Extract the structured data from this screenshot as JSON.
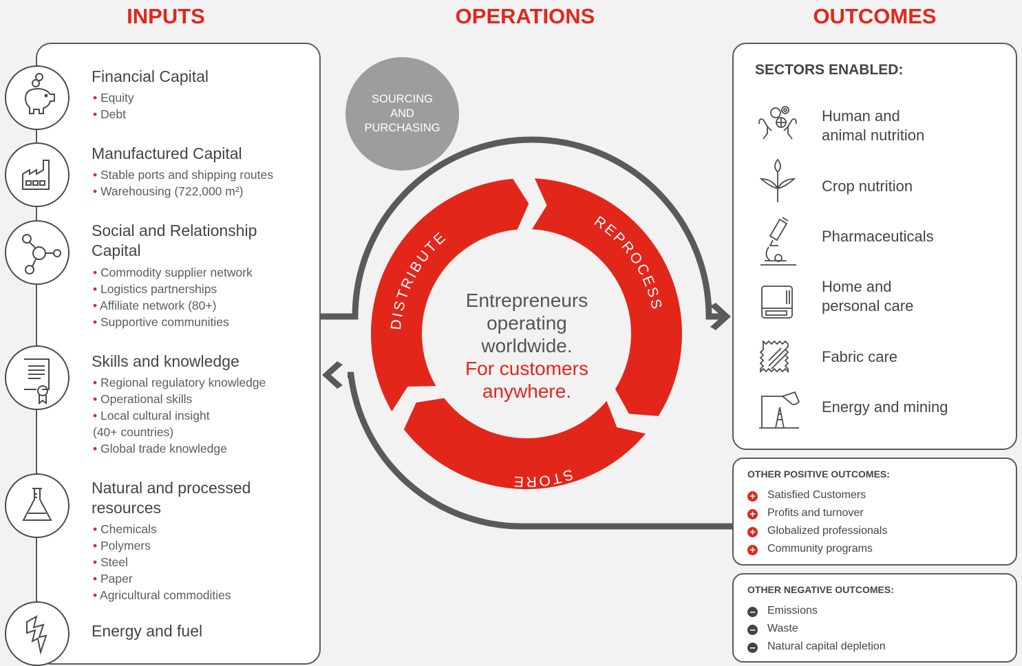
{
  "headers": {
    "inputs": "INPUTS",
    "operations": "OPERATIONS",
    "outcomes": "OUTCOMES"
  },
  "inputs": [
    {
      "title": "Financial Capital",
      "icon": "piggy-bank-icon",
      "items": [
        "Equity",
        "Debt"
      ]
    },
    {
      "title": "Manufactured Capital",
      "icon": "factory-icon",
      "items": [
        "Stable ports and shipping routes",
        "Warehousing (722,000 m²)"
      ]
    },
    {
      "title_lines": [
        "Social and Relationship",
        "Capital"
      ],
      "icon": "network-nodes-icon",
      "items": [
        "Commodity supplier network",
        "Logistics partnerships",
        "Affiliate network (80+)",
        "Supportive communities"
      ]
    },
    {
      "title": "Skills and knowledge",
      "icon": "certificate-icon",
      "items": [
        "Regional regulatory knowledge",
        "Operational skills",
        "Local cultural insight",
        "(40+ countries)",
        "Global trade knowledge"
      ]
    },
    {
      "title_lines": [
        "Natural and processed",
        "resources"
      ],
      "icon": "flask-icon",
      "items": [
        "Chemicals",
        "Polymers",
        "Steel",
        "Paper",
        "Agricultural commodities"
      ]
    },
    {
      "title": "Energy and fuel",
      "icon": "lightning-icon"
    }
  ],
  "operations": {
    "sourcing_lines": [
      "SOURCING",
      "AND",
      "PURCHASING"
    ],
    "segments": {
      "distribute": "DISTRIBUTE",
      "reprocess": "REPROCESS",
      "store": "STORE"
    },
    "center_dark": [
      "Entrepreneurs",
      "operating",
      "worldwide."
    ],
    "center_red": [
      "For customers",
      "anywhere."
    ]
  },
  "outcomes": {
    "sectors_title": "SECTORS ENABLED:",
    "sectors": [
      {
        "lines": [
          "Human and",
          "animal nutrition"
        ],
        "icon": "hands-food-icon"
      },
      {
        "lines": [
          "Crop nutrition"
        ],
        "icon": "plant-sprout-icon"
      },
      {
        "lines": [
          "Pharmaceuticals"
        ],
        "icon": "microscope-icon"
      },
      {
        "lines": [
          "Home and",
          "personal care"
        ],
        "icon": "washing-machine-icon"
      },
      {
        "lines": [
          "Fabric care"
        ],
        "icon": "fabric-swatch-icon"
      },
      {
        "lines": [
          "Energy and mining"
        ],
        "icon": "oil-pump-icon"
      }
    ],
    "positive_title": "OTHER POSITIVE OUTCOMES:",
    "positive": [
      "Satisfied Customers",
      "Profits and turnover",
      "Globalized professionals",
      "Community programs"
    ],
    "negative_title": "OTHER NEGATIVE OUTCOMES:",
    "negative": [
      "Emissions",
      "Waste",
      "Natural capital depletion"
    ]
  },
  "colors": {
    "accent": "#e3261a",
    "outline": "#5a5a5a",
    "sourcing": "#9d9d9d",
    "background": "#f2f2f2"
  }
}
